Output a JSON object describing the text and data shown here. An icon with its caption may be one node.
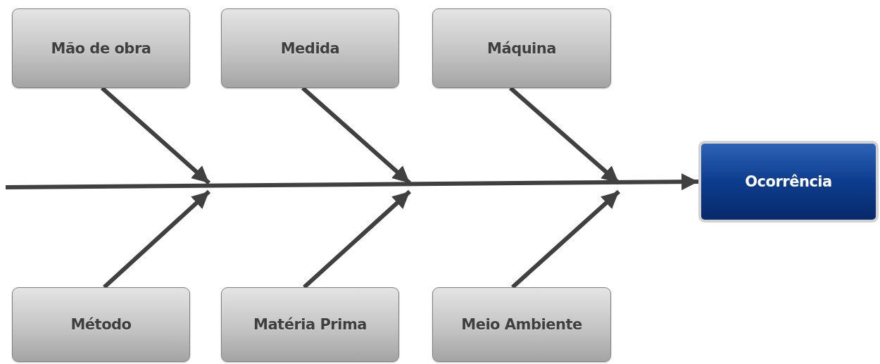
{
  "diagram": {
    "nodes": [
      {
        "text": [
          "Mão de obra"
        ]
      },
      {
        "text": [
          "Medida"
        ]
      },
      {
        "text": [
          "Máquina"
        ]
      },
      {
        "text": [
          "Método"
        ]
      },
      {
        "text": [
          "Matéria Prima"
        ]
      },
      {
        "text": [
          "Meio Ambiente"
        ]
      },
      {
        "text": [
          "Ocorrência"
        ]
      }
    ],
    "edges": [
      {
        "from": null,
        "to": 6,
        "arrow": "to"
      },
      {
        "from": 0,
        "to": null,
        "arrow": "to"
      },
      {
        "from": 1,
        "to": null,
        "arrow": "to"
      },
      {
        "from": 2,
        "to": null,
        "arrow": "to"
      },
      {
        "from": 3,
        "to": null,
        "arrow": "to"
      },
      {
        "from": 4,
        "to": null,
        "arrow": "to"
      },
      {
        "from": 5,
        "to": null,
        "arrow": "to"
      }
    ]
  }
}
